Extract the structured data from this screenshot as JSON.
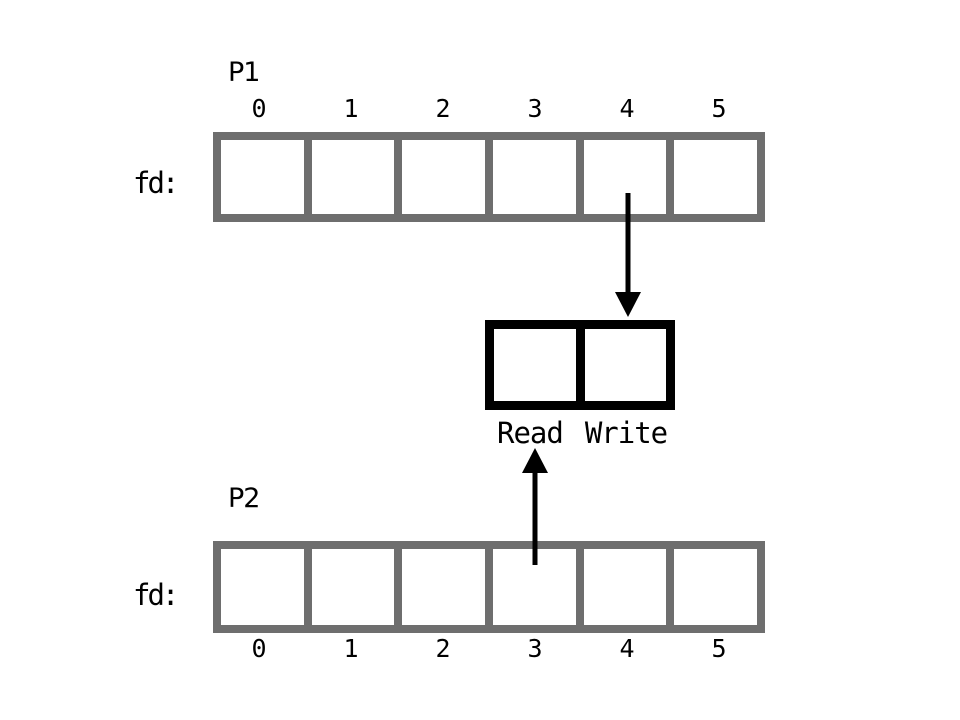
{
  "colors": {
    "background": "#ffffff",
    "box_border": "#6e6e6e",
    "pipe_border": "#000000",
    "text": "#000000"
  },
  "p1": {
    "title": "P1",
    "fd_label": "fd:",
    "indices": [
      "0",
      "1",
      "2",
      "3",
      "4",
      "5"
    ]
  },
  "p2": {
    "title": "P2",
    "fd_label": "fd:",
    "indices": [
      "0",
      "1",
      "2",
      "3",
      "4",
      "5"
    ]
  },
  "pipe": {
    "read_label": "Read",
    "write_label": "Write"
  },
  "arrows": [
    {
      "from": "P1 fd index 4",
      "to": "pipe write end",
      "direction": "down"
    },
    {
      "from": "P2 fd index 3",
      "to": "pipe read end",
      "direction": "up"
    }
  ]
}
